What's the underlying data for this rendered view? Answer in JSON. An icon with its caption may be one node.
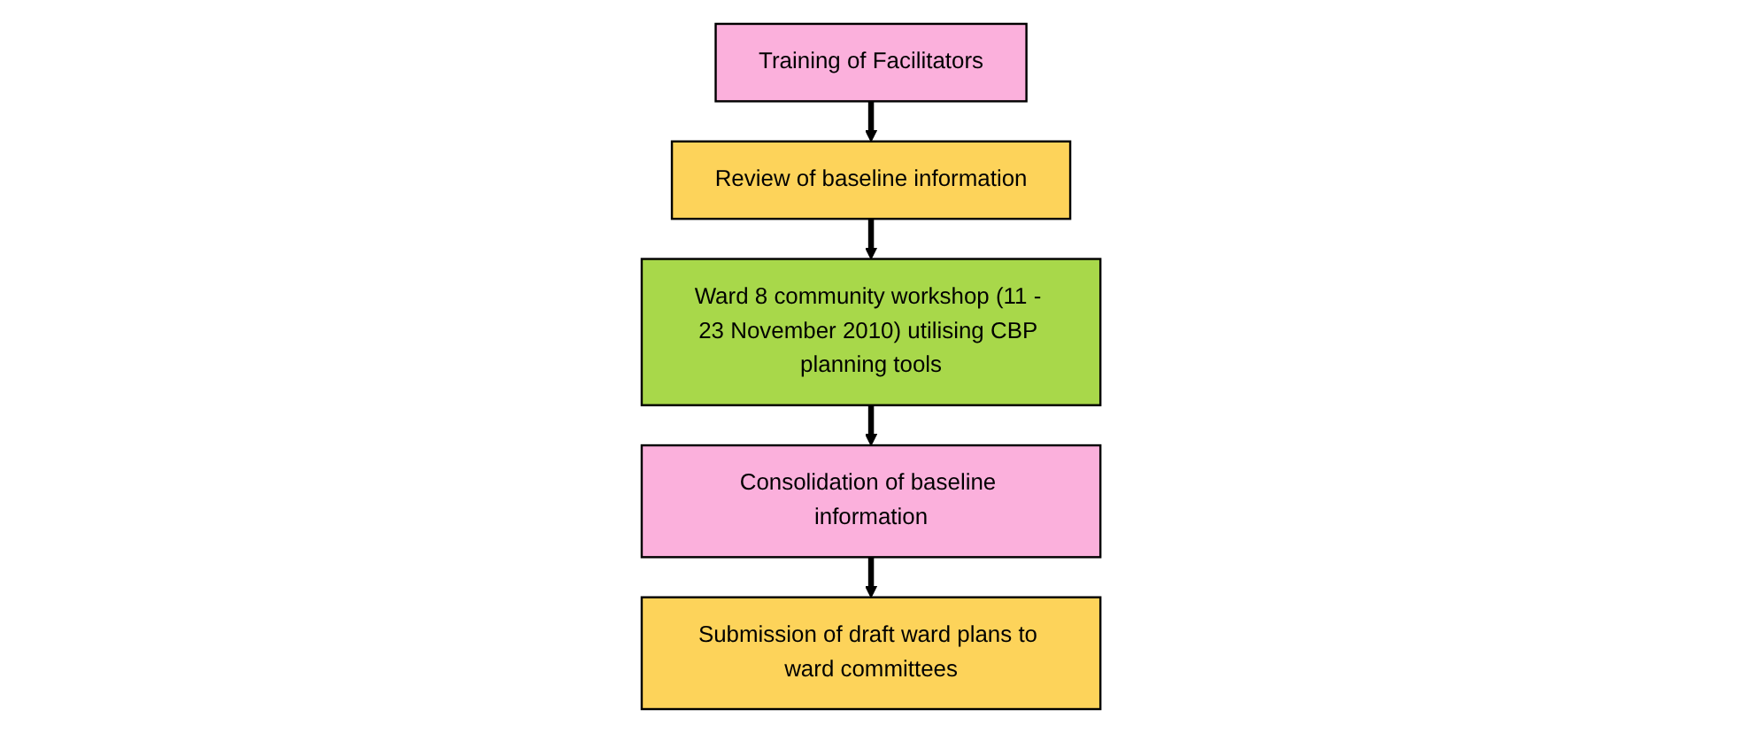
{
  "diagram": {
    "nodes": [
      {
        "text": [
          "Training of Facilitators"
        ]
      },
      {
        "text": [
          "Review of baseline information"
        ]
      },
      {
        "text": [
          "Ward 8 community workshop (11 - 23 November 2010) utilising CBP planning tools"
        ]
      },
      {
        "text": [
          "Consolidation of baseline information"
        ]
      },
      {
        "text": [
          "Submission of draft ward plans to ward committees"
        ]
      }
    ],
    "edges": [
      {
        "from": 0,
        "to": 1,
        "arrow": "to"
      },
      {
        "from": 1,
        "to": 2,
        "arrow": "to"
      },
      {
        "from": 2,
        "to": 3,
        "arrow": "to"
      },
      {
        "from": 3,
        "to": 4,
        "arrow": "to"
      }
    ]
  }
}
